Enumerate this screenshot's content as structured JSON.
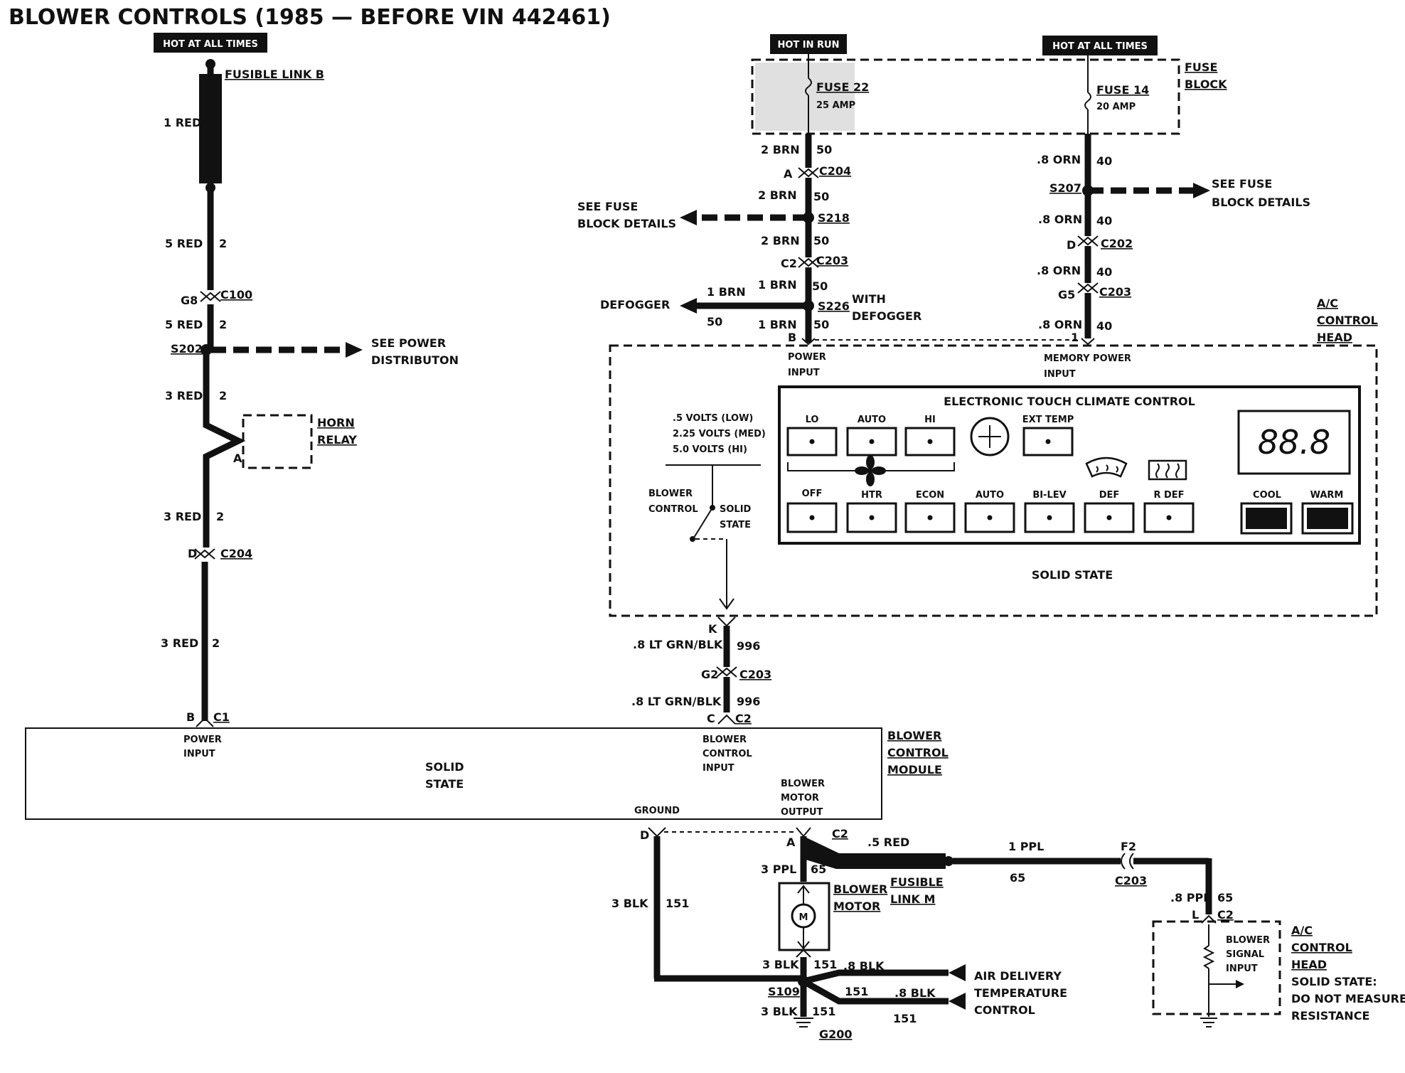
{
  "title": "BLOWER CONTROLS (1985 — BEFORE VIN 442461)",
  "power_labels": {
    "hot_at_all_times_left": "HOT AT ALL TIMES",
    "hot_in_run": "HOT IN RUN",
    "hot_at_all_times_right": "HOT AT ALL TIMES"
  },
  "left_circuit": {
    "fusible_link_b": "FUSIBLE LINK B",
    "wire_1red": "1 RED",
    "wire_5red_a": "5 RED",
    "circ_2_a": "2",
    "conn_g8": "G8",
    "conn_c100": "C100",
    "wire_5red_b": "5 RED",
    "circ_2_b": "2",
    "splice_s202": "S202",
    "see_power_1": "SEE POWER",
    "see_power_2": "DISTRIBUTON",
    "wire_3red_a": "3 RED",
    "circ_2_c": "2",
    "horn_relay_1": "HORN",
    "horn_relay_2": "RELAY",
    "pin_a": "A",
    "wire_3red_b": "3 RED",
    "circ_2_d": "2",
    "pin_d": "D",
    "conn_c204": "C204",
    "wire_3red_c": "3 RED",
    "circ_2_e": "2",
    "pin_b": "B",
    "conn_c1": "C1"
  },
  "fuse_block": {
    "label_1": "FUSE",
    "label_2": "BLOCK",
    "fuse22": "FUSE 22",
    "fuse22_amp": "25 AMP",
    "fuse14": "FUSE 14",
    "fuse14_amp": "20 AMP"
  },
  "mid_circuit": {
    "w1": "2 BRN",
    "c1": "50",
    "pin_a": "A",
    "conn_c204": "C204",
    "w2": "2 BRN",
    "c2": "50",
    "splice_s218": "S218",
    "see_fuse_1": "SEE FUSE",
    "see_fuse_2": "BLOCK DETAILS",
    "w3": "2 BRN",
    "c3": "50",
    "pin_c2": "C2",
    "conn_c203": "C203",
    "w4": "1 BRN",
    "c4": "50",
    "defogger": "DEFOGGER",
    "def_wire": "1 BRN",
    "def_circ": "50",
    "splice_s226": "S226",
    "with_defogger_1": "WITH",
    "with_defogger_2": "DEFOGGER",
    "w5": "1 BRN",
    "c5": "50",
    "pin_b": "B"
  },
  "right_circuit": {
    "w1": ".8 ORN",
    "c1": "40",
    "splice_s207": "S207",
    "see_fuse_1": "SEE FUSE",
    "see_fuse_2": "BLOCK DETAILS",
    "w2": ".8 ORN",
    "c2": "40",
    "pin_d": "D",
    "conn_c202": "C202",
    "w3": ".8 ORN",
    "c3": "40",
    "pin_g5": "G5",
    "conn_c203": "C203",
    "w4": ".8 ORN",
    "c4": "40",
    "pin_1": "1"
  },
  "control_head": {
    "label_1": "A/C",
    "label_2": "CONTROL",
    "label_3": "HEAD",
    "power_input_1": "POWER",
    "power_input_2": "INPUT",
    "memory_1": "MEMORY POWER",
    "memory_2": "INPUT",
    "volts_1": ".5 VOLTS (LOW)",
    "volts_2": "2.25 VOLTS (MED)",
    "volts_3": "5.0 VOLTS (HI)",
    "blower_control_1": "BLOWER",
    "blower_control_2": "CONTROL",
    "solid_state_1": "SOLID",
    "solid_state_2": "STATE",
    "etcc_title": "ELECTRONIC TOUCH CLIMATE CONTROL",
    "top_buttons": [
      "LO",
      "AUTO",
      "HI",
      "EXT TEMP"
    ],
    "bottom_buttons": [
      "OFF",
      "HTR",
      "ECON",
      "AUTO",
      "BI-LEV",
      "DEF",
      "R DEF"
    ],
    "display": "88.8",
    "cool": "COOL",
    "warm": "WARM",
    "solid_state": "SOLID STATE"
  },
  "signal_wire": {
    "pin_k": "K",
    "w1": ".8 LT GRN/BLK",
    "c1": "996",
    "pin_g2": "G2",
    "conn_c203": "C203",
    "w2": ".8 LT GRN/BLK",
    "c2": "996",
    "pin_c": "C",
    "conn_c2": "C2"
  },
  "module": {
    "label_1": "BLOWER",
    "label_2": "CONTROL",
    "label_3": "MODULE",
    "power_input_1": "POWER",
    "power_input_2": "INPUT",
    "solid_1": "SOLID",
    "solid_2": "STATE",
    "bci_1": "BLOWER",
    "bci_2": "CONTROL",
    "bci_3": "INPUT",
    "ground": "GROUND",
    "bmo_1": "BLOWER",
    "bmo_2": "MOTOR",
    "bmo_3": "OUTPUT"
  },
  "bottom_circuit": {
    "pin_d": "D",
    "pin_a": "A",
    "conn_c2": "C2",
    "w_5red": ".5 RED",
    "w_3ppl": "3 PPL",
    "c_65": "65",
    "fusible_m_1": "FUSIBLE",
    "fusible_m_2": "LINK M",
    "w_1ppl": "1 PPL",
    "c_65b": "65",
    "pin_f2": "F2",
    "conn_c203": "C203",
    "blower_motor_1": "BLOWER",
    "blower_motor_2": "MOTOR",
    "motor_m": "M",
    "w_3blk_left": "3 BLK",
    "c_151_left": "151",
    "w_3blk_a": "3 BLK",
    "c_151_a": "151",
    "w_8blk_a": ".8 BLK",
    "splice_s109": "S109",
    "c_151_b": "151",
    "w_8blk_b": ".8 BLK",
    "c_151_c": "151",
    "w_3blk_b": "3 BLK",
    "c_151_d": "151",
    "ground_g200": "G200",
    "adtc_1": "AIR DELIVERY",
    "adtc_2": "TEMPERATURE",
    "adtc_3": "CONTROL",
    "w_8ppl": ".8 PPL",
    "c_65c": "65",
    "pin_l": "L",
    "conn_c2b": "C2",
    "bsi_1": "BLOWER",
    "bsi_2": "SIGNAL",
    "bsi_3": "INPUT",
    "head_1": "A/C",
    "head_2": "CONTROL",
    "head_3": "HEAD",
    "note_1": "SOLID STATE:",
    "note_2": "DO NOT MEASURE",
    "note_3": "RESISTANCE"
  }
}
